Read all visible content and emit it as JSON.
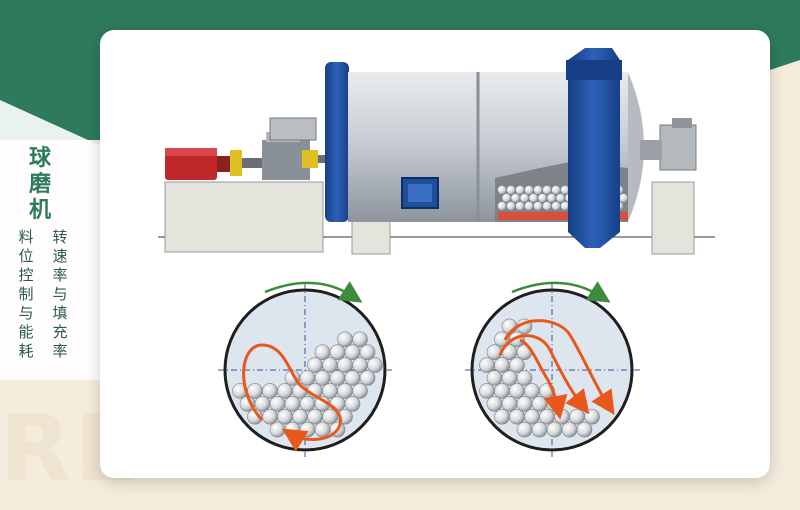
{
  "title": "球磨机",
  "caption_right": "转速率与填充率",
  "caption_left": "料位控制与能耗",
  "watermark": "RE",
  "colors": {
    "header_green": "#2e7a5c",
    "text_green": "#2b5b48",
    "cream": "#f4ecdc",
    "flow_orange": "#e8581c",
    "rotation_green": "#3d8b3d",
    "mill_blue": "#1f4e9c",
    "motor_red": "#c0282c"
  }
}
